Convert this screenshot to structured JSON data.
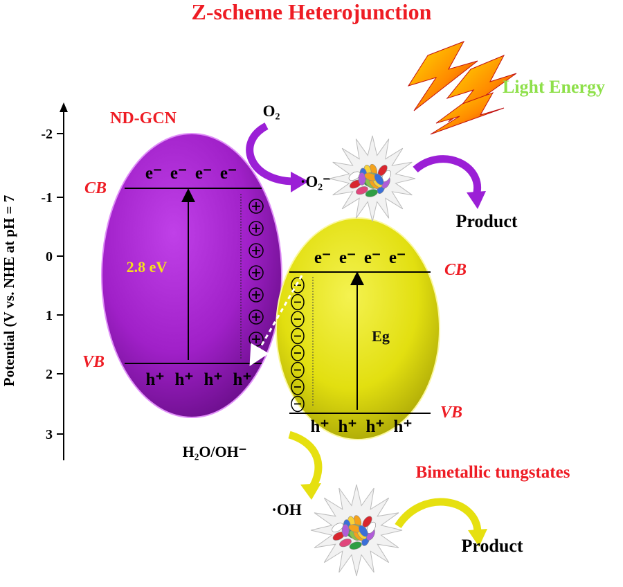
{
  "title": "Z-scheme Heterojunction",
  "axis": {
    "label": "Potential (V vs. NHE at pH = 7",
    "ticks": [
      "-2",
      "-1",
      "0",
      "1",
      "2",
      "3"
    ]
  },
  "left_semiconductor": {
    "name": "ND-GCN",
    "cb_label": "CB",
    "vb_label": "VB",
    "band_gap": "2.8 eV",
    "electrons": [
      "e⁻",
      "e⁻",
      "e⁻",
      "e⁻"
    ],
    "holes": [
      "h⁺",
      "h⁺",
      "h⁺",
      "h⁺"
    ],
    "color": "#a020c8"
  },
  "right_semiconductor": {
    "name": "Bimetallic tungstates",
    "cb_label": "CB",
    "vb_label": "VB",
    "band_gap": "Eg",
    "electrons": [
      "e⁻",
      "e⁻",
      "e⁻",
      "e⁻"
    ],
    "holes": [
      "h⁺",
      "h⁺",
      "h⁺",
      "h⁺"
    ],
    "color": "#e2df10"
  },
  "reactions": {
    "oxygen": "O₂",
    "superoxide": "·O₂⁻",
    "water": "H₂O/OH⁻",
    "hydroxyl": "·OH",
    "product_top": "Product",
    "product_bottom": "Product"
  },
  "light": "Light Energy",
  "colors": {
    "title_red": "#ee1c24",
    "light_green": "#8ee04a",
    "purple_arrow": "#9b1fd6",
    "yellow_arrow": "#e6e010"
  }
}
